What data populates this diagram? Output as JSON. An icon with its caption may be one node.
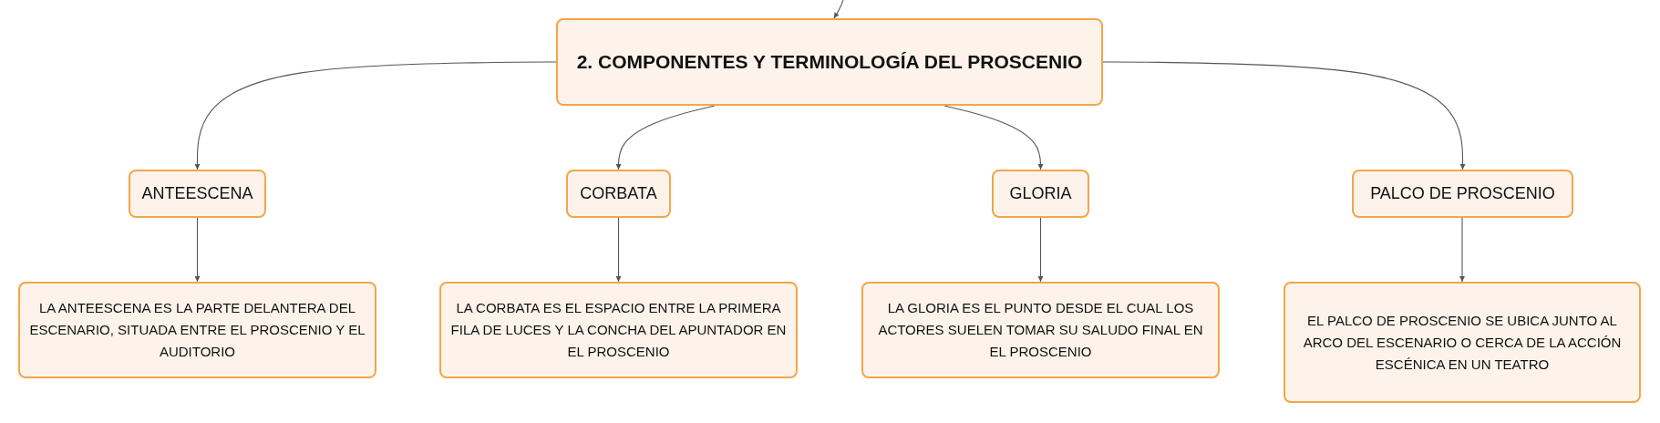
{
  "diagram": {
    "nodes": [
      {
        "text": [
          "2. COMPONENTES Y TERMINOLOGÍA DEL PROSCENIO"
        ]
      },
      {
        "text": [
          "ANTEESCENA"
        ]
      },
      {
        "text": [
          "CORBATA"
        ]
      },
      {
        "text": [
          "GLORIA"
        ]
      },
      {
        "text": [
          "PALCO DE PROSCENIO"
        ]
      },
      {
        "text": [
          "LA ANTEESCENA ES LA PARTE DELANTERA DEL ESCENARIO, SITUADA ENTRE EL PROSCENIO Y EL AUDITORIO"
        ]
      },
      {
        "text": [
          "LA CORBATA ES EL ESPACIO ENTRE LA PRIMERA FILA DE LUCES Y LA CONCHA DEL APUNTADOR EN EL PROSCENIO"
        ]
      },
      {
        "text": [
          "LA GLORIA ES EL PUNTO DESDE EL CUAL LOS ACTORES SUELEN TOMAR SU SALUDO FINAL EN EL PROSCENIO"
        ]
      },
      {
        "text": [
          "EL PALCO DE PROSCENIO SE UBICA JUNTO AL ARCO DEL ESCENARIO O CERCA DE LA ACCIÓN ESCÉNICA EN UN TEATRO"
        ]
      }
    ],
    "edges": [
      {
        "from": null,
        "to": 0,
        "arrow": "to"
      },
      {
        "from": 0,
        "to": 1,
        "arrow": "to"
      },
      {
        "from": 0,
        "to": 2,
        "arrow": "to"
      },
      {
        "from": 0,
        "to": 3,
        "arrow": "to"
      },
      {
        "from": 0,
        "to": 4,
        "arrow": "to"
      },
      {
        "from": 1,
        "to": 5,
        "arrow": "to"
      },
      {
        "from": 2,
        "to": 6,
        "arrow": "to"
      },
      {
        "from": 3,
        "to": 7,
        "arrow": "to"
      },
      {
        "from": 4,
        "to": 8,
        "arrow": "to"
      }
    ]
  }
}
